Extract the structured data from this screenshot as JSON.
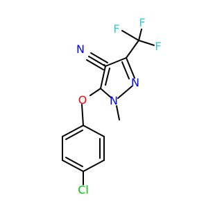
{
  "molecule": {
    "atoms": {
      "nitrile_n": {
        "label": "N",
        "color": "#0000ff"
      },
      "fluorine_top": {
        "label": "F",
        "color": "#33cccc"
      },
      "fluorine_left": {
        "label": "F",
        "color": "#33cccc"
      },
      "fluorine_right": {
        "label": "F",
        "color": "#33cccc"
      },
      "ring_n2": {
        "label": "N",
        "color": "#0000ff"
      },
      "ring_n1": {
        "label": "N",
        "color": "#0000ff"
      },
      "ether_o": {
        "label": "O",
        "color": "#ff0000"
      },
      "chlorine": {
        "label": "Cl",
        "color": "#00cc00"
      }
    }
  }
}
